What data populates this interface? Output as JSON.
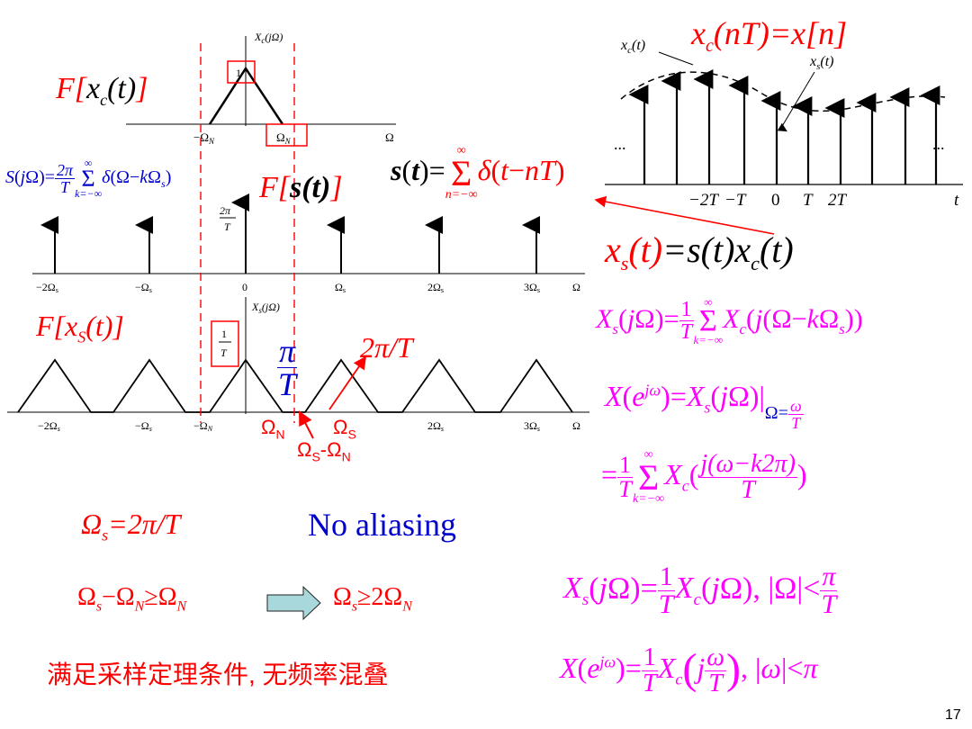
{
  "plot_xc": {
    "ylabel": "X_c(jΩ)",
    "peak": "1",
    "neg_omega_n": "−Ω_N",
    "pos_omega_n": "Ω_N",
    "omega": "Ω",
    "title": "F[x_c(t)]"
  },
  "plot_s": {
    "formula": "S(jΩ)=2π/T Σ δ(Ω−kΩ_s)",
    "title": "F[s(t)]",
    "height": "2π/T",
    "ticks": [
      "−2Ωs",
      "−Ωs",
      "0",
      "Ωs",
      "2Ωs",
      "3Ωs",
      "Ω"
    ]
  },
  "plot_xs": {
    "title": "F[x_S(t)]",
    "ylabel": "X_s(jΩ)",
    "height": "1/T",
    "pi_over_t": "π/T",
    "two_pi_over_t": "2π/T",
    "ticks": [
      "−2Ωs",
      "−Ωs",
      "−ΩN",
      "2Ωs",
      "3Ωs",
      "Ω"
    ],
    "omega_n": "ΩN",
    "omega_s": "Ωs",
    "omega_s_minus_n": "Ωs-ΩN"
  },
  "time_plot": {
    "top_formula": "x_c(nT)=x[n]",
    "xc_label": "x_c(t)",
    "xs_label": "x_s(t)",
    "dots": "...",
    "ticks": [
      "−2T",
      "−T",
      "0",
      "T",
      "2T",
      "t"
    ]
  },
  "equations": {
    "s_t": "s(t)=Σ δ(t−nT)",
    "xs_t": "x_s(t)=s(t)x_c(t)",
    "Xs_jomega": "X_s(jΩ)=1/T Σ X_c(j(Ω−kΩ_s))",
    "X_ejw": "X(e^jω)=X_s(jΩ)|Ω=ω/T",
    "X_sum": "=1/T Σ X_c(j(ω−k2π)/T)",
    "Xs_band": "X_s(jΩ)=1/T X_c(jΩ), |Ω|<π/T",
    "X_band": "X(e^jω)=1/T X_c(jω/T), |ω|<π"
  },
  "bottom": {
    "omega_s_eq": "Ω_s=2π/T",
    "no_aliasing": "No aliasing",
    "condition_left": "Ω_s−Ω_N≥Ω_N",
    "condition_right": "Ω_s≥2Ω_N",
    "chinese": "满足采样定理条件, 无频率混叠",
    "page_number": "17"
  },
  "colors": {
    "red": "#ff0000",
    "blue": "#0000cc",
    "magenta": "#ff00ff",
    "arrow_fill": "#a8d8dc"
  }
}
